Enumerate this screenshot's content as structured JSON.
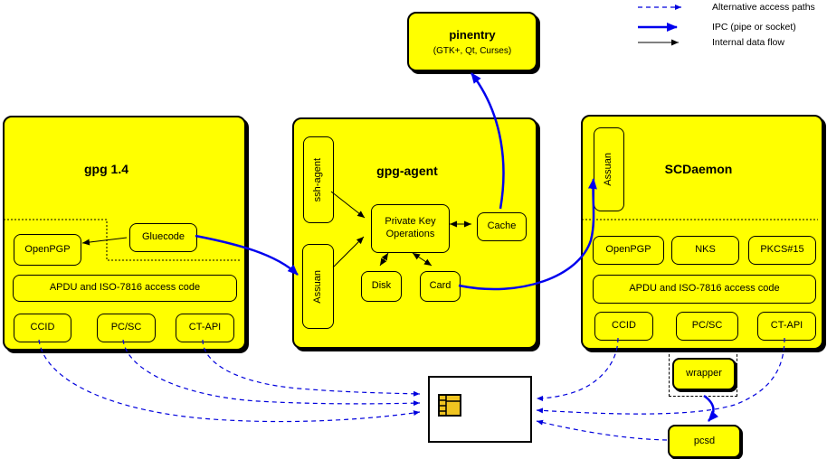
{
  "legend": {
    "items": [
      {
        "label": "Alternative access paths",
        "style": "dashed-blue-arrow"
      },
      {
        "label": "IPC (pipe or socket)",
        "style": "thick-blue-arrow"
      },
      {
        "label": "Internal data flow",
        "style": "black-arrow"
      }
    ]
  },
  "pinentry": {
    "title": "pinentry",
    "subtitle": "(GTK+, Qt, Curses)"
  },
  "gpg14": {
    "title": "gpg 1.4",
    "openpgp": "OpenPGP",
    "gluecode": "Gluecode",
    "apdu": "APDU and ISO-7816 access code",
    "ccid": "CCID",
    "pcsc": "PC/SC",
    "ctapi": "CT-API"
  },
  "agent": {
    "title": "gpg-agent",
    "ssh_agent": "ssh-agent",
    "assuan": "Assuan",
    "pko_line1": "Private Key",
    "pko_line2": "Operations",
    "cache": "Cache",
    "disk": "Disk",
    "card": "Card"
  },
  "scd": {
    "title": "SCDaemon",
    "assuan": "Assuan",
    "openpgp": "OpenPGP",
    "nks": "NKS",
    "pkcs15": "PKCS#15",
    "apdu": "APDU and ISO-7816 access code",
    "ccid": "CCID",
    "pcsc": "PC/SC",
    "ctapi": "CT-API"
  },
  "misc": {
    "wrapper": "wrapper",
    "pcsd": "pcsd"
  },
  "icons": {
    "smartcard_chip": "smartcard-chip-icon"
  },
  "colors": {
    "box_fill": "#ffff00",
    "ipc_blue": "#0000ee",
    "alt_path_blue": "#0000dd",
    "line_black": "#000000",
    "chip_gold": "#f0c420"
  }
}
